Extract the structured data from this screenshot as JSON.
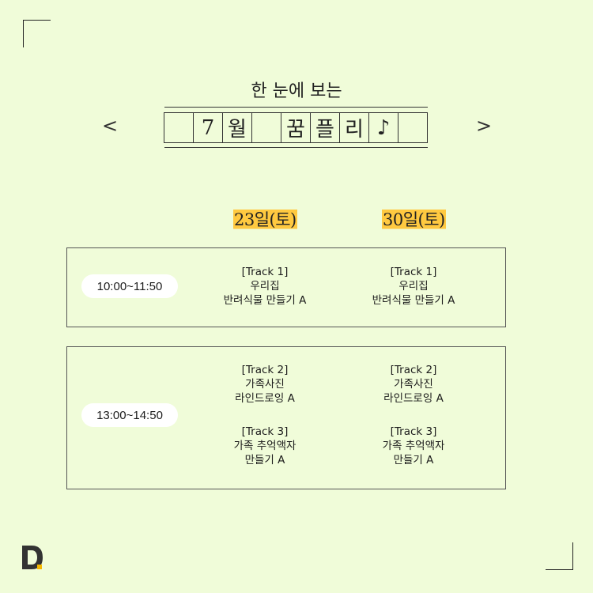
{
  "header": {
    "subtitle": "한 눈에 보는",
    "title_cells": [
      "",
      "7",
      "월",
      "",
      "꿈",
      "플",
      "리",
      "♪",
      ""
    ],
    "prev_label": "<",
    "next_label": ">"
  },
  "dates": [
    "23일(토)",
    "30일(토)"
  ],
  "blocks": [
    {
      "time": "10:00~11:50",
      "sessions": [
        [
          {
            "track": "[Track 1]",
            "line1": "우리집",
            "line2": "반려식물 만들기 A"
          },
          {
            "track": "[Track 1]",
            "line1": "우리집",
            "line2": "반려식물 만들기 A"
          }
        ]
      ]
    },
    {
      "time": "13:00~14:50",
      "sessions": [
        [
          {
            "track": "[Track 2]",
            "line1": "가족사진",
            "line2": "라인드로잉 A"
          },
          {
            "track": "[Track 2]",
            "line1": "가족사진",
            "line2": "라인드로잉 A"
          }
        ],
        [
          {
            "track": "[Track 3]",
            "line1": "가족 추억액자",
            "line2": "만들기 A"
          },
          {
            "track": "[Track 3]",
            "line1": "가족 추억액자",
            "line2": "만들기 A"
          }
        ]
      ]
    }
  ],
  "colors": {
    "background": "#f0fcd9",
    "highlight": "#ffc940",
    "logo_accent": "#f5b800"
  },
  "icons": {
    "logo": "d-logo-icon"
  }
}
